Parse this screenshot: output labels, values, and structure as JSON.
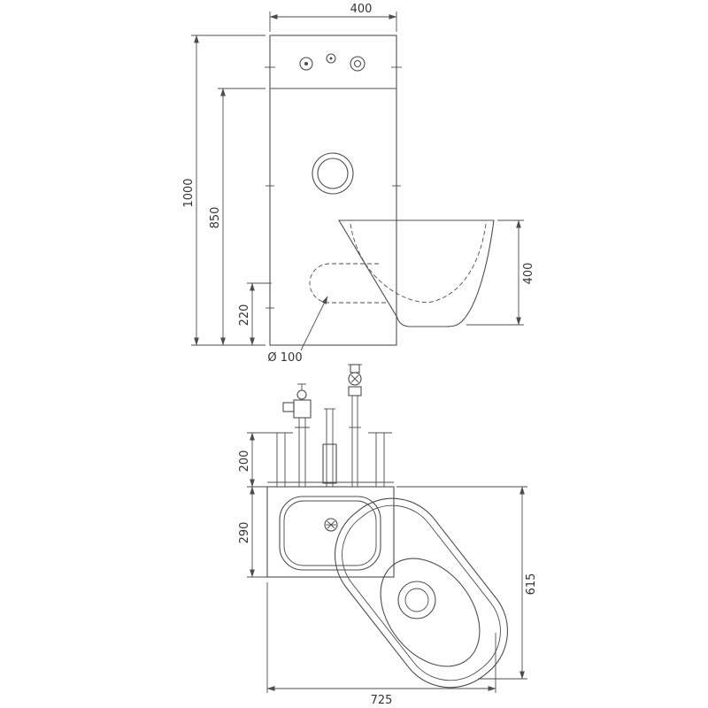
{
  "drawing": {
    "type": "technical-dimension-drawing",
    "views": [
      "elevation",
      "plan"
    ]
  },
  "elevation": {
    "dims": {
      "width": "400",
      "total_height": "1000",
      "panel_height": "850",
      "drain_axis_height": "220",
      "bowl_height": "400",
      "drain_diameter": "Ø 100"
    }
  },
  "plan": {
    "dims": {
      "pipe_zone_depth": "200",
      "basin_depth": "290",
      "total_depth": "615",
      "total_width": "725"
    }
  },
  "style": {
    "line_color": "#4d4d4d",
    "text_color": "#333333",
    "background": "#ffffff"
  }
}
